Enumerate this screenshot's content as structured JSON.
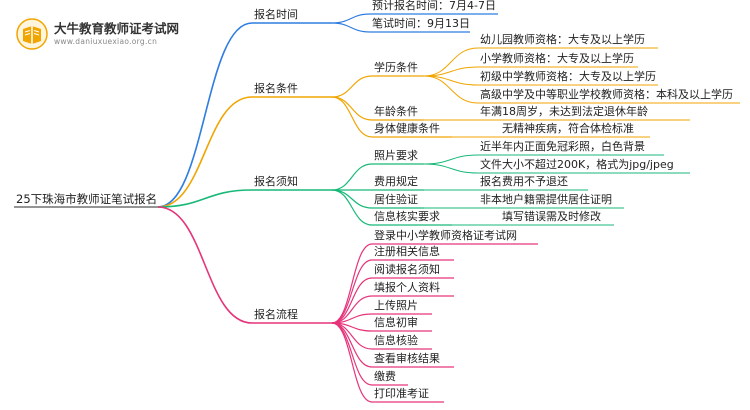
{
  "logo": {
    "title": "大牛教育教师证考试网",
    "url": "www.daniuxuexiao.org.cn"
  },
  "colors": {
    "blue": "#2f7de1",
    "orange": "#f0a500",
    "green": "#17b978",
    "pink": "#e6347a"
  },
  "mindmap": {
    "root": "25下珠海市教师证笔试报名",
    "branches": [
      {
        "label": "报名时间",
        "color": "blue",
        "children": [
          {
            "label": "预计报名时间：7月4-7日"
          },
          {
            "label": "笔试时间：9月13日"
          }
        ]
      },
      {
        "label": "报名条件",
        "color": "orange",
        "children": [
          {
            "label": "学历条件",
            "children": [
              {
                "label": "幼儿园教师资格：大专及以上学历"
              },
              {
                "label": "小学教师资格：大专及以上学历"
              },
              {
                "label": "初级中学教师资格：大专及以上学历"
              },
              {
                "label": "高级中学及中等职业学校教师资格：本科及以上学历"
              }
            ]
          },
          {
            "label": "年龄条件",
            "children": [
              {
                "label": "年满18周岁，未达到法定退休年龄"
              }
            ]
          },
          {
            "label": "身体健康条件",
            "children": [
              {
                "label": "无精神疾病，符合体检标准"
              }
            ]
          }
        ]
      },
      {
        "label": "报名须知",
        "color": "green",
        "children": [
          {
            "label": "照片要求",
            "children": [
              {
                "label": "近半年内正面免冠彩照，白色背景"
              },
              {
                "label": "文件大小不超过200K，格式为jpg/jpeg"
              }
            ]
          },
          {
            "label": "费用规定",
            "children": [
              {
                "label": "报名费用不予退还"
              }
            ]
          },
          {
            "label": "居住验证",
            "children": [
              {
                "label": "非本地户籍需提供居住证明"
              }
            ]
          },
          {
            "label": "信息核实要求",
            "children": [
              {
                "label": "填写错误需及时修改"
              }
            ]
          }
        ]
      },
      {
        "label": "报名流程",
        "color": "pink",
        "children": [
          {
            "label": "登录中小学教师资格证考试网"
          },
          {
            "label": "注册相关信息"
          },
          {
            "label": "阅读报名须知"
          },
          {
            "label": "填报个人资料"
          },
          {
            "label": "上传照片"
          },
          {
            "label": "信息初审"
          },
          {
            "label": "信息核验"
          },
          {
            "label": "查看审核结果"
          },
          {
            "label": "缴费"
          },
          {
            "label": "打印准考证"
          }
        ]
      }
    ]
  }
}
